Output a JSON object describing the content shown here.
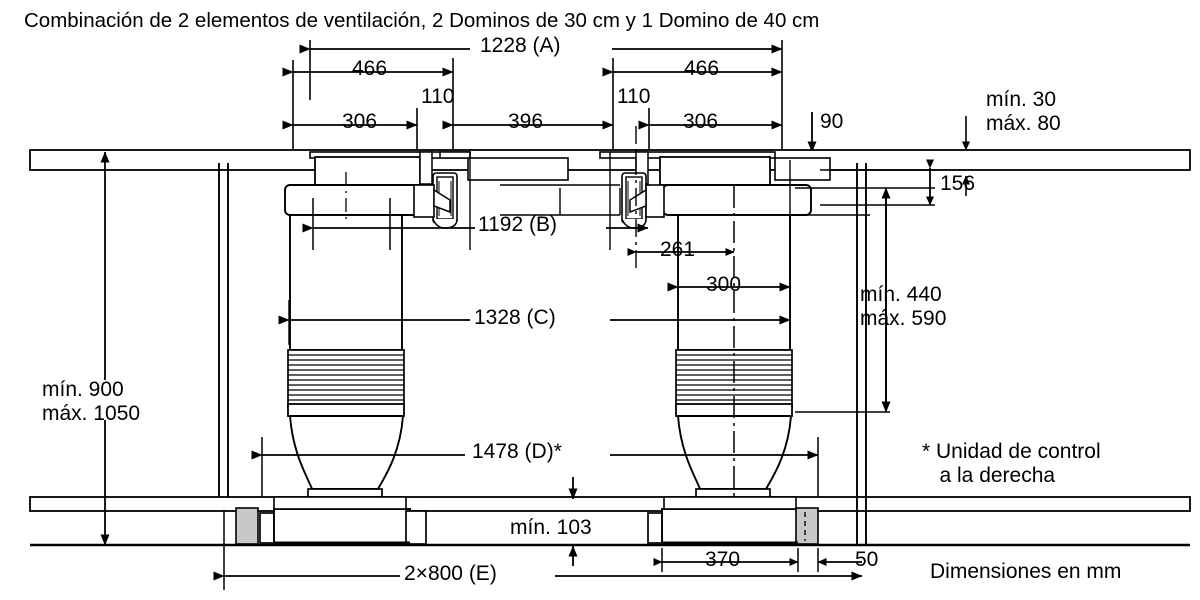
{
  "title": "Combinación de 2 elementos de ventilación, 2 Dominos de 30 cm y 1 Domino de 40 cm",
  "units_note": "Dimensiones en mm",
  "footnote": "* Unidad de control\n   a la derecha",
  "dimensions": {
    "overall_a": "1228 (A)",
    "left_466": "466",
    "right_466": "466",
    "left_110": "110",
    "right_110": "110",
    "left_306": "306",
    "right_306": "306",
    "gap_396": "396",
    "b": "1192 (B)",
    "c": "1328 (C)",
    "d": "1478 (D)*",
    "e": "2×800 (E)",
    "drop_90": "90",
    "height_156": "156",
    "offset_261": "261",
    "width_300": "300",
    "width_370": "370",
    "edge_50": "50",
    "min_103": "mín. 103",
    "worktop_thickness": "mín. 30\nmáx. 80",
    "cabinet_depth": "mín. 440\nmáx. 590",
    "floor_height": "mín. 900\nmáx. 1050"
  },
  "colors": {
    "line": "#000000",
    "fill_white": "#ffffff",
    "fill_gray": "#c8c8c8",
    "background": "#ffffff"
  }
}
